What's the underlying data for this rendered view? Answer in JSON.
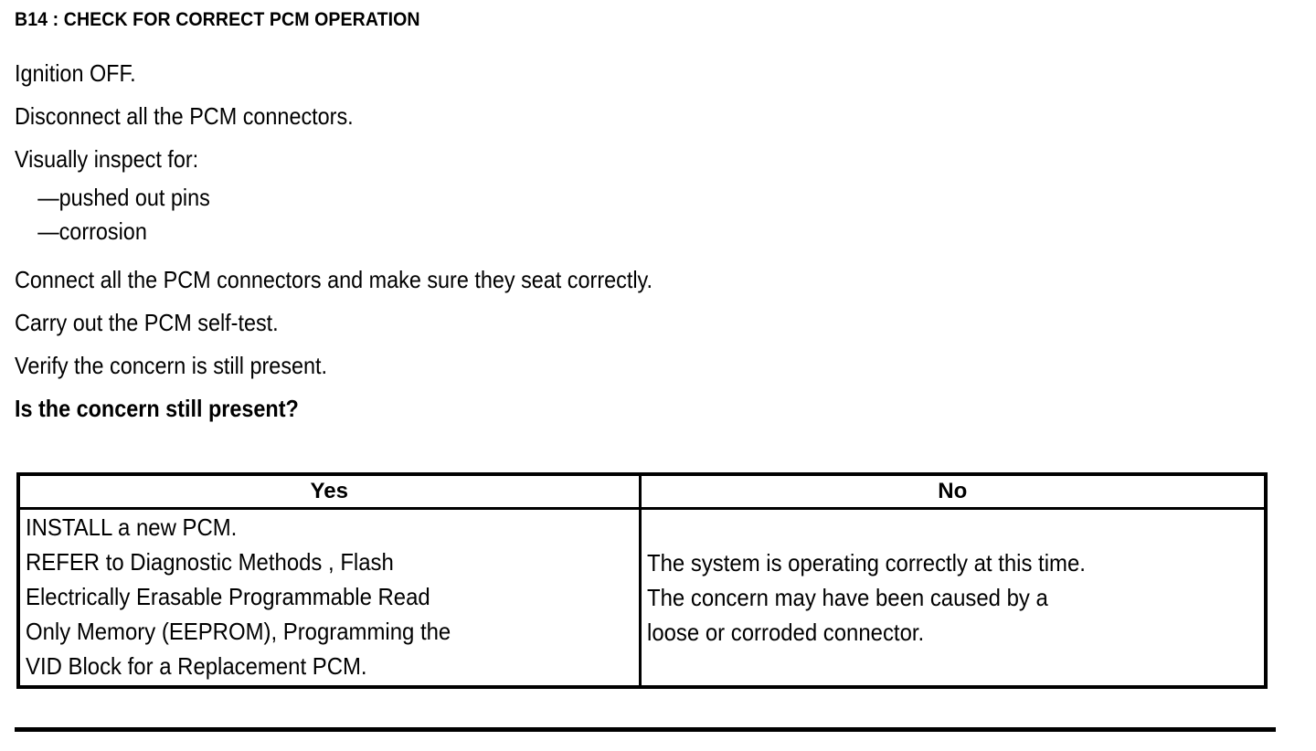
{
  "step": {
    "title": "B14 : CHECK FOR CORRECT PCM OPERATION"
  },
  "procedure": {
    "lines": [
      "Ignition OFF.",
      "Disconnect all the PCM connectors.",
      "Visually inspect for:"
    ],
    "sub_items": [
      "—pushed out pins",
      "—corrosion"
    ],
    "lines_after": [
      "Connect all the PCM connectors and make sure they seat correctly.",
      "Carry out the PCM self-test.",
      "Verify the concern is still present."
    ],
    "question": "Is the concern still present?"
  },
  "decision_table": {
    "headers": {
      "yes": "Yes",
      "no": "No"
    },
    "yes_cell_lines": [
      "INSTALL a new PCM.",
      "REFER to Diagnostic Methods , Flash",
      "Electrically Erasable Programmable Read",
      "Only Memory  (EEPROM), Programming the",
      "VID Block for a Replacement PCM."
    ],
    "no_cell_lines": [
      "The system is operating correctly at this time.",
      "The concern may have been caused by a",
      "loose or corroded connector."
    ]
  },
  "colors": {
    "text": "#000000",
    "background": "#ffffff",
    "rule": "#000000"
  }
}
